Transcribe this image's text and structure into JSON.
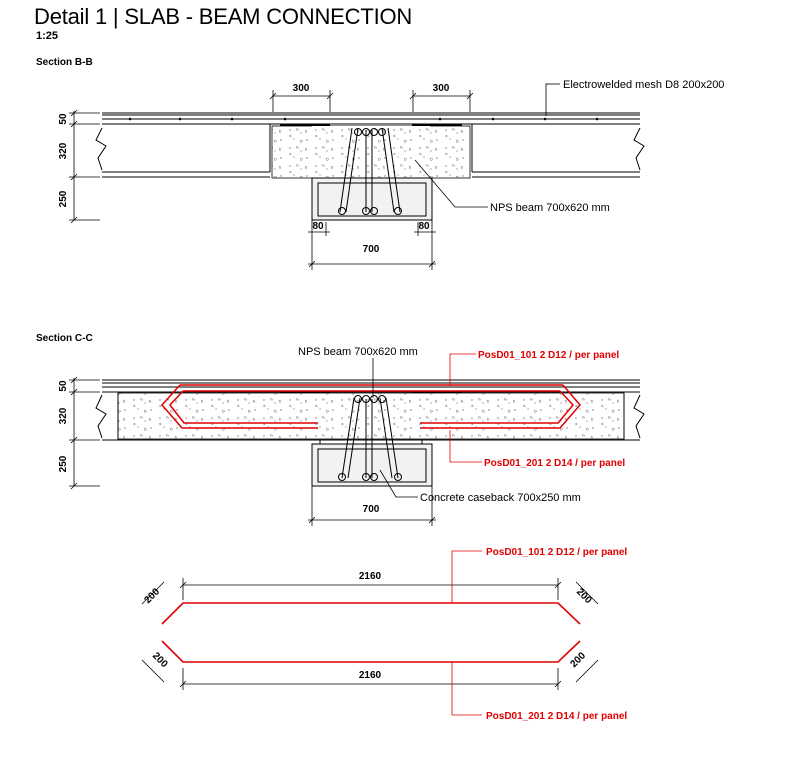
{
  "header": {
    "title": "Detail 1 | SLAB - BEAM CONNECTION",
    "scale": "1:25"
  },
  "section_bb": {
    "label": "Section B-B",
    "mesh_note": "Electrowelded mesh D8 200x200",
    "beam_note": "NPS beam 700x620 mm",
    "dims": {
      "left_300": "300",
      "right_300": "300",
      "v50": "50",
      "v320": "320",
      "v250": "250",
      "b80_left": "80",
      "b80_right": "80",
      "b700": "700"
    }
  },
  "section_cc": {
    "label": "Section C-C",
    "beam_note": "NPS beam 700x620 mm",
    "pos101": "PosD01_101 2 D12 / per panel",
    "pos201": "PosD01_201 2 D14 / per panel",
    "caseback_note": "Concrete caseback 700x250 mm",
    "dims": {
      "v50": "50",
      "v320": "320",
      "v250": "250",
      "b700": "700"
    }
  },
  "bar_schedule": {
    "bar101": {
      "label": "PosD01_101 2 D12 / per panel",
      "length": "2160",
      "leg_left": "200",
      "leg_right": "200"
    },
    "bar201": {
      "label": "PosD01_201 2 D14 / per panel",
      "length": "2160",
      "leg_left": "200",
      "leg_right": "200"
    }
  },
  "colors": {
    "rebar_red": "#e00000",
    "line": "#000000",
    "fill": "#ffffff"
  }
}
